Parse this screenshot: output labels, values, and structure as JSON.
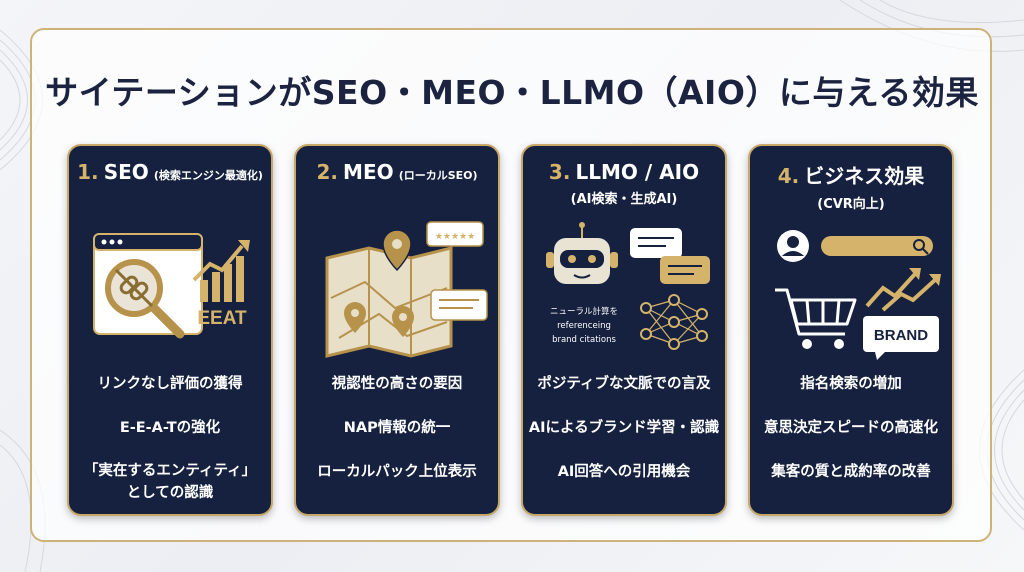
{
  "title": "サイテーションがSEO・MEO・LLMO（AIO）に与える効果",
  "cards": [
    {
      "number": "1.",
      "heading": "SEO",
      "subheading": "(検索エンジン最適化)",
      "icon_text": "EEAT",
      "items": [
        "リンクなし評価の獲得",
        "E-E-A-Tの強化",
        "「実在するエンティティ」",
        "としての認識"
      ]
    },
    {
      "number": "2.",
      "heading": "MEO",
      "subheading": "(ローカルSEO)",
      "items": [
        "視認性の高さの要因",
        "NAP情報の統一",
        "ローカルパック上位表示"
      ]
    },
    {
      "number": "3.",
      "heading": "LLMO / AIO",
      "subheading": "(AI検索・生成AI)",
      "icon_text": [
        "ニューラル計算を",
        "referenceing",
        "brand citations"
      ],
      "items": [
        "ポジティブな文脈での言及",
        "AIによるブランド学習・認識",
        "AI回答への引用機会"
      ]
    },
    {
      "number": "4.",
      "heading": "ビジネス効果",
      "subheading": "(CVR向上)",
      "icon_text": "BRAND",
      "items": [
        "指名検索の増加",
        "意思決定スピードの高速化",
        "集客の質と成約率の改善"
      ]
    }
  ],
  "colors": {
    "navy": "#15213f",
    "gold": "#c7a868",
    "title": "#1b2340"
  }
}
